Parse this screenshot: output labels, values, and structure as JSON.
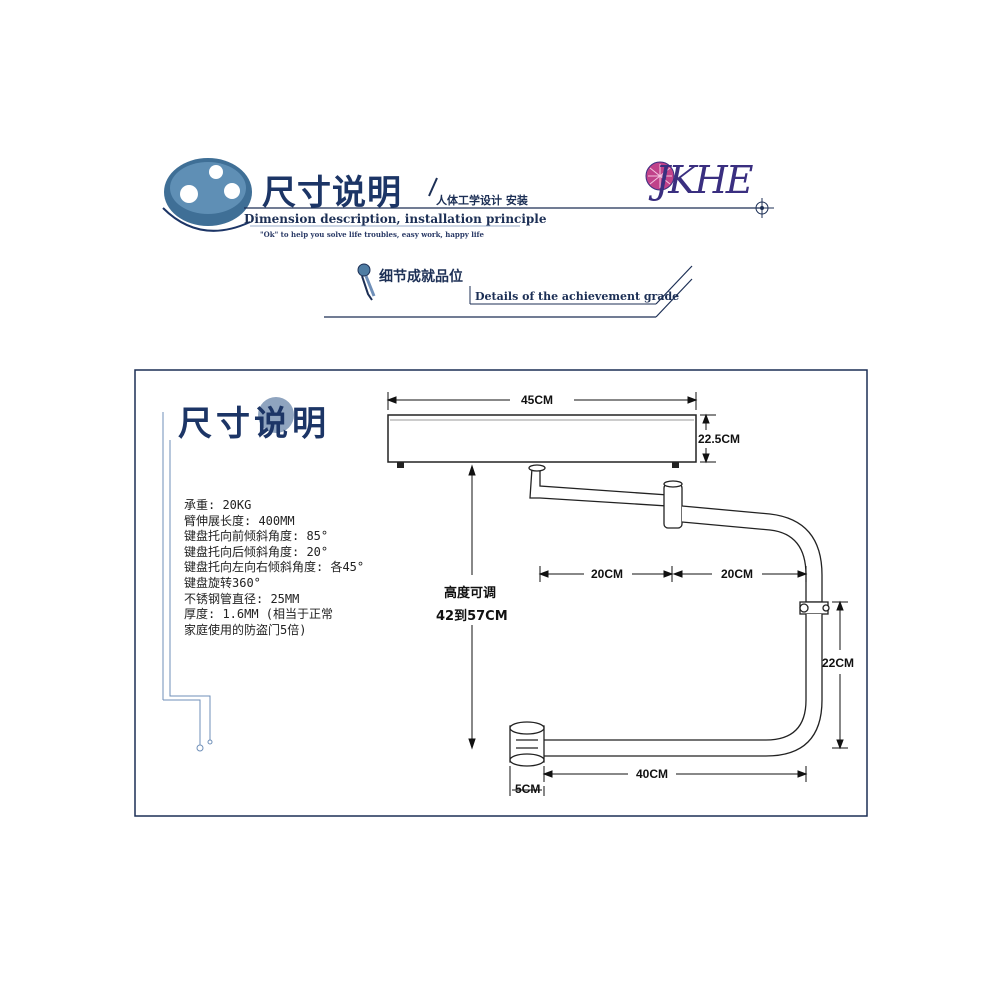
{
  "banner": {
    "title": "尺寸说明",
    "slash": "/",
    "subtitle": "人体工学设计 安装",
    "english": "Dimension description, installation principle",
    "tagline": "\"Ok\" to help you solve life troubles, easy work, happy life",
    "logo_text": "JKHE"
  },
  "detail_banner": {
    "chinese": "细节成就品位",
    "english": "Details of the achievement grade"
  },
  "panel": {
    "title": "尺寸说明",
    "specs": [
      "承重: 20KG",
      "臂伸展长度: 400MM",
      "键盘托向前倾斜角度: 85°",
      "键盘托向后倾斜角度: 20°",
      "键盘托向左向右倾斜角度: 各45°",
      "键盘旋转360°",
      "不锈钢管直径: 25MM",
      "厚度: 1.6MM (相当于正常",
      "家庭使用的防盗门5倍)"
    ]
  },
  "dimensions": {
    "tray_width": "45CM",
    "tray_height": "22.5CM",
    "arm_segment_1": "20CM",
    "arm_segment_2": "20CM",
    "height_label": "高度可调",
    "height_range": "42到57CM",
    "drop": "22CM",
    "base_arm": "40CM",
    "clamp": "5CM"
  },
  "colors": {
    "brand_blue": "#1c3566",
    "rule_blue": "#6f8fb8",
    "logo_purple": "#3a2f80",
    "logo_pink": "#c0428a"
  }
}
